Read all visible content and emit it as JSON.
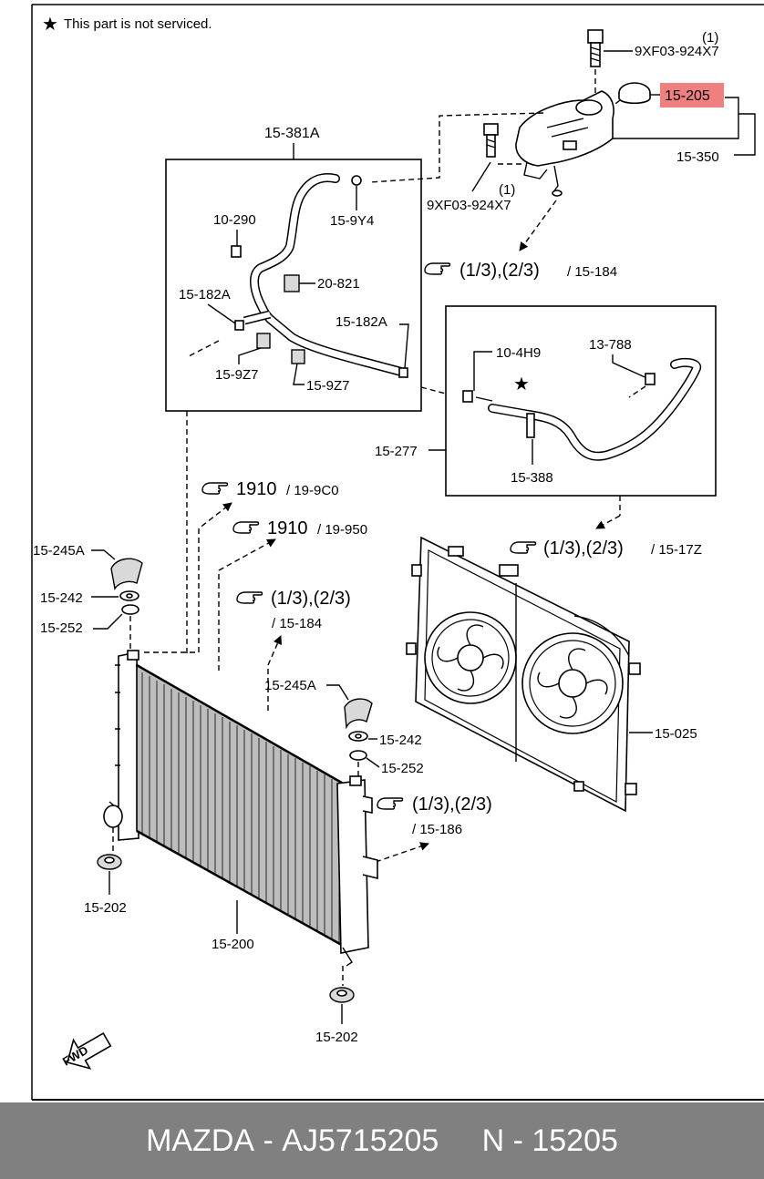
{
  "notice": {
    "star": "★",
    "text": "This part is not serviced."
  },
  "labels": {
    "bolt_top_qty": "(1)",
    "bolt_top": "9XF03-924X7",
    "cap": "15-205",
    "tank": "15-350",
    "bolt_mid_qty": "(1)",
    "bolt_mid": "9XF03-924X7",
    "hose_assy": "15-381A",
    "clip_9y4": "15-9Y4",
    "p10_290": "10-290",
    "p20_821": "20-821",
    "p15_182a_l": "15-182A",
    "p15_182a_r": "15-182A",
    "p15_9z7_a": "15-9Z7",
    "p15_9z7_b": "15-9Z7",
    "p10_4h9": "10-4H9",
    "p13_788": "13-788",
    "p15_277": "15-277",
    "p15_388": "15-388",
    "p15_245a_l": "15-245A",
    "p15_242_l": "15-242",
    "p15_252_l": "15-252",
    "p15_245a_r": "15-245A",
    "p15_242_r": "15-242",
    "p15_252_r": "15-252",
    "p15_025": "15-025",
    "p15_202_l": "15-202",
    "p15_202_r": "15-202",
    "p15_200": "15-200",
    "fwd": "FWD"
  },
  "refs": {
    "r1": {
      "main": "(1/3),(2/3)",
      "sub": "/ 15-184"
    },
    "r2": {
      "main": "1910",
      "sub": "/ 19-9C0"
    },
    "r3": {
      "main": "1910",
      "sub": "/ 19-950"
    },
    "r4": {
      "main": "(1/3),(2/3)",
      "sub": "/ 15-17Z"
    },
    "r5": {
      "main": "(1/3),(2/3)",
      "sub": "/ 15-184"
    },
    "r6": {
      "main": "(1/3),(2/3)",
      "sub": "/ 15-186"
    }
  },
  "footer": {
    "brand": "MAZDA",
    "part_number": "AJ5715205",
    "ref_number": "N - 15205",
    "sep": " - "
  },
  "colors": {
    "highlight": "#f08080",
    "footer_bg": "#808080",
    "footer_text": "#ffffff"
  },
  "icons": {
    "ref": "pointing-hand-icon",
    "notice": "star-icon"
  }
}
